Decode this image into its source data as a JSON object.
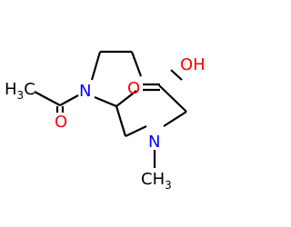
{
  "molecule": {
    "atoms": {
      "methyl_left": {
        "main": "H",
        "sub": "3",
        "rest": "C"
      },
      "ring_n": "N",
      "carbonyl_o": "O",
      "amine_n": "N",
      "methyl_right": {
        "main": "CH",
        "sub": "3"
      },
      "acid_o": "O",
      "hydroxyl": "OH"
    }
  }
}
